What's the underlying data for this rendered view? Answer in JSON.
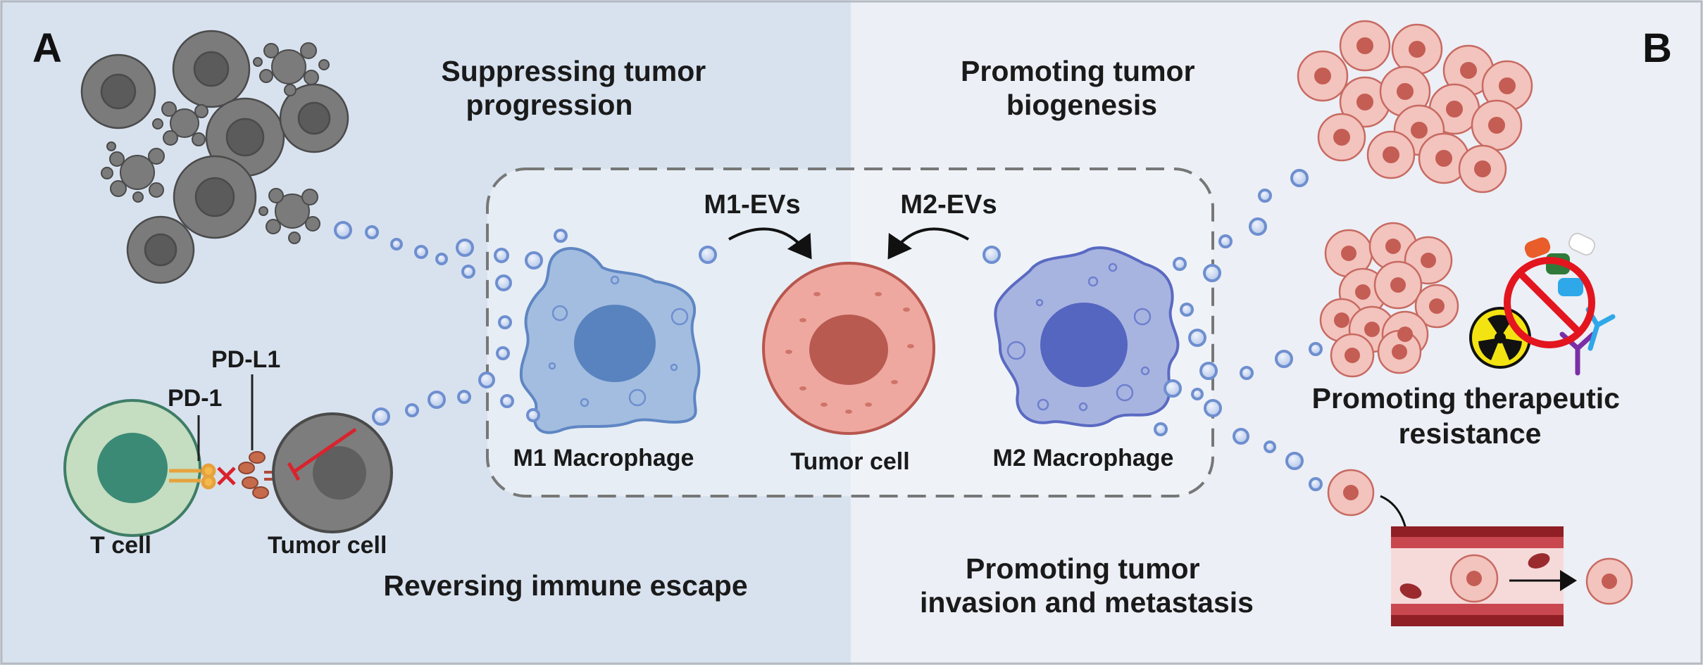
{
  "panels": {
    "left": "A",
    "right": "B"
  },
  "left_panel": {
    "heading_1": [
      "Suppressing tumor",
      "progression"
    ],
    "heading_2": "Reversing immune escape",
    "t_cell_label": "T cell",
    "pd1_label": "PD-1",
    "pdl1_label": "PD-L1",
    "tumor_cell_label": "Tumor cell"
  },
  "center": {
    "m1_evs_label": "M1-EVs",
    "m2_evs_label": "M2-EVs",
    "m1_label": "M1 Macrophage",
    "tumor_label": "Tumor cell",
    "m2_label": "M2 Macrophage"
  },
  "right_panel": {
    "heading_1": [
      "Promoting tumor",
      "biogenesis"
    ],
    "heading_2": [
      "Promoting therapeutic",
      "resistance"
    ],
    "heading_3": [
      "Promoting tumor",
      "invasion and metastasis"
    ]
  },
  "colors": {
    "left_bg": "#d8e2ef",
    "right_bg": "#eceff5",
    "m1_fill": "#a3bde0",
    "m1_nucleus": "#5883bf",
    "m2_fill": "#a8b4e0",
    "m2_nucleus": "#5466c0",
    "tumor_fill": "#eea8a0",
    "tumor_nucleus": "#b85a50",
    "t_cell_fill": "#c5ddc0",
    "t_cell_nucleus": "#3a8a76",
    "dead_cell_fill": "#7b7b7b",
    "vesicle": "#6e8fcf"
  }
}
